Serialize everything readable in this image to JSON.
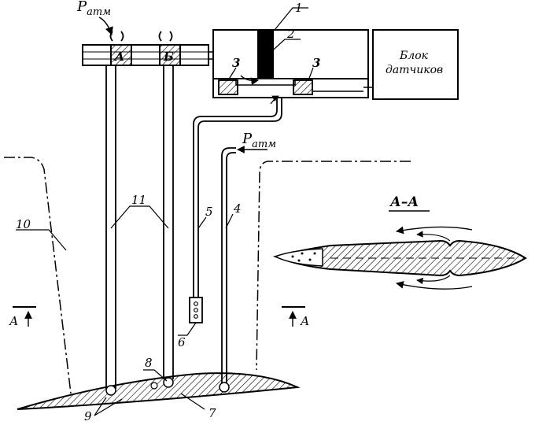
{
  "labels": {
    "patm_top": "P",
    "patm_top_sub": "атм",
    "patm_right": "P",
    "patm_right_sub": "атм",
    "chamber_a": "А",
    "chamber_b": "Б",
    "sensor_block_line1": "Блок",
    "sensor_block_line2": "датчиков",
    "section_title": "А–А",
    "section_mark_left": "А",
    "section_mark_right": "А",
    "n1": "1",
    "n2": "2",
    "n3a": "3",
    "n3b": "3",
    "n4": "4",
    "n5": "5",
    "n6": "6",
    "n7": "7",
    "n8": "8",
    "n9": "9",
    "n10": "10",
    "n11": "11"
  },
  "colors": {
    "ink": "#000000",
    "paper": "#ffffff",
    "hatch": "#000000"
  }
}
